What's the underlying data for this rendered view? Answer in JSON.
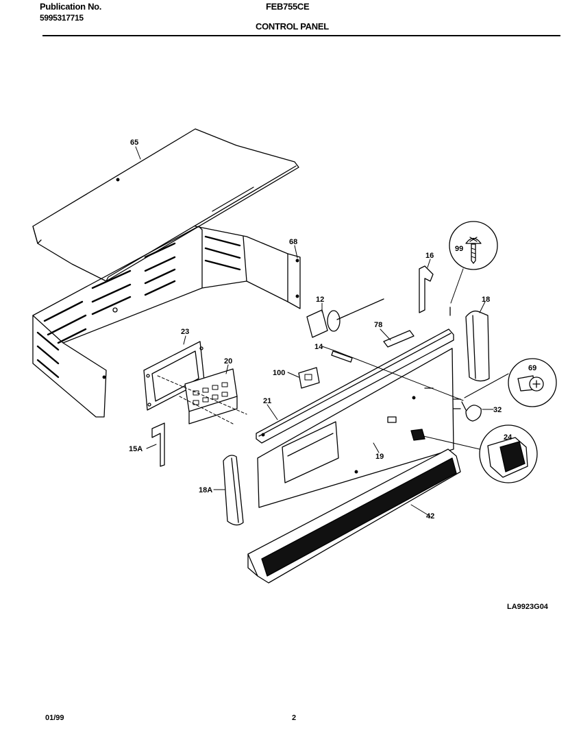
{
  "header": {
    "publication_label": "Publication No.",
    "publication_number": "5995317715",
    "model": "FEB755CE",
    "section_title": "CONTROL PANEL"
  },
  "callouts": {
    "p65": "65",
    "p68": "68",
    "p99": "99",
    "p16": "16",
    "p12": "12",
    "p18": "18",
    "p78": "78",
    "p14": "14",
    "p23": "23",
    "p20": "20",
    "p100": "100",
    "p69": "69",
    "p21": "21",
    "p32": "32",
    "p24": "24",
    "p15a": "15A",
    "p19": "19",
    "p18a": "18A",
    "p42": "42"
  },
  "diagram_code": "LA9923G04",
  "footer": {
    "date": "01/99",
    "page": "2"
  }
}
